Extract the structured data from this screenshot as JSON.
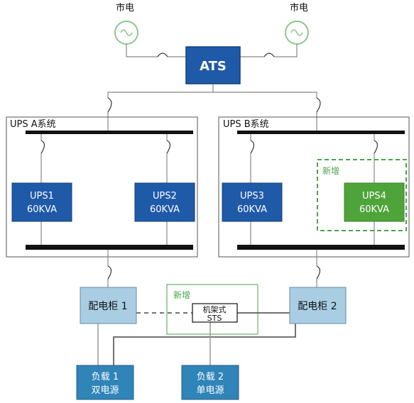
{
  "grid_labels": {
    "left": "市电",
    "right": "市电"
  },
  "ats": {
    "label": "ATS"
  },
  "ups_a": {
    "title": "UPS A系统"
  },
  "ups_b": {
    "title": "UPS B系统"
  },
  "ups1": {
    "line1": "UPS1",
    "line2": "60KVA"
  },
  "ups2": {
    "line1": "UPS2",
    "line2": "60KVA"
  },
  "ups3": {
    "line1": "UPS3",
    "line2": "60KVA"
  },
  "ups4": {
    "line1": "UPS4",
    "line2": "60KVA"
  },
  "new_ups_label": "新增",
  "new_sts_label": "新增",
  "sts": {
    "line1": "机架式",
    "line2": "STS"
  },
  "dist1": {
    "label": "配电柜 1"
  },
  "dist2": {
    "label": "配电柜 2"
  },
  "load1": {
    "line1": "负载 1",
    "line2": "双电源"
  },
  "load2": {
    "line1": "负载 2",
    "line2": "单电源"
  },
  "colors": {
    "ups_blue": "#1f5aa8",
    "ups_green": "#4ea43a",
    "dist_light_blue": "#a9cde3",
    "load_blue": "#2f84b8",
    "ats_blue": "#1f5aa8",
    "accent_green": "#4aa34a",
    "grid_circle": "#8cc88c"
  }
}
